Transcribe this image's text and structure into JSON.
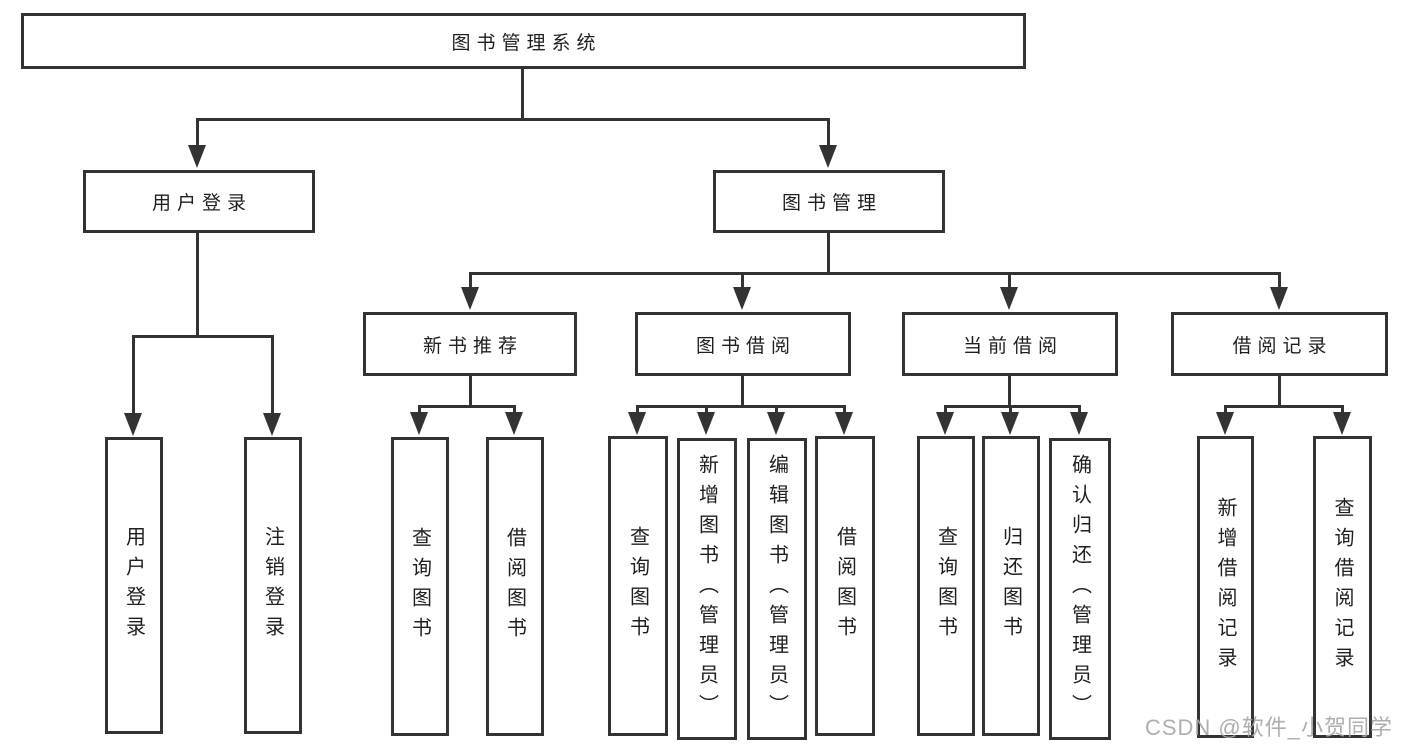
{
  "colors": {
    "line": "#333333",
    "text": "#1f1f1f",
    "background": "#ffffff",
    "watermark": "#a5a5a5"
  },
  "watermark": "CSDN @软件_小贺同学",
  "tree": {
    "label": "图书管理系统",
    "children": [
      {
        "label": "用户登录",
        "children": [
          {
            "label": "用户登录"
          },
          {
            "label": "注销登录"
          }
        ]
      },
      {
        "label": "图书管理",
        "children": [
          {
            "label": "新书推荐",
            "children": [
              {
                "label": "查询图书"
              },
              {
                "label": "借阅图书"
              }
            ]
          },
          {
            "label": "图书借阅",
            "children": [
              {
                "label": "查询图书"
              },
              {
                "label": "新增图书（管理员）"
              },
              {
                "label": "编辑图书（管理员）"
              },
              {
                "label": "借阅图书"
              }
            ]
          },
          {
            "label": "当前借阅",
            "children": [
              {
                "label": "查询图书"
              },
              {
                "label": "归还图书"
              },
              {
                "label": "确认归还（管理员）"
              }
            ]
          },
          {
            "label": "借阅记录",
            "children": [
              {
                "label": "新增借阅记录"
              },
              {
                "label": "查询借阅记录"
              }
            ]
          }
        ]
      }
    ]
  }
}
